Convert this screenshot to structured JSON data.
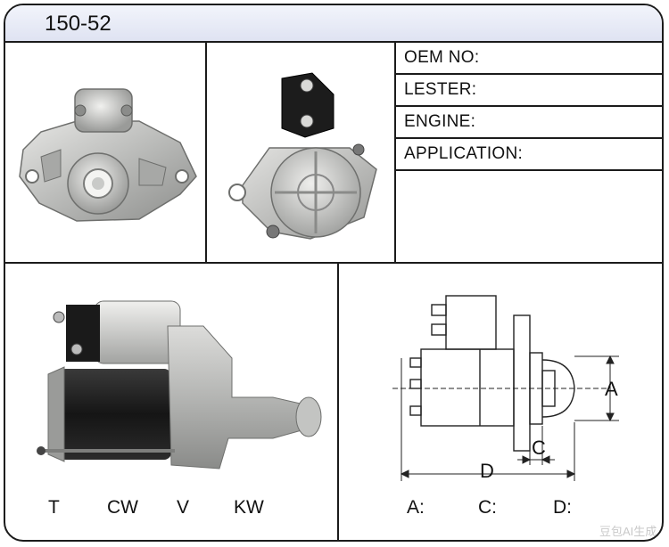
{
  "header": {
    "part_number": "150-52"
  },
  "info_table": {
    "rows": [
      {
        "label": "OEM NO:"
      },
      {
        "label": "LESTER:"
      },
      {
        "label": "ENGINE:"
      },
      {
        "label": "APPLICATION:"
      }
    ]
  },
  "specs": {
    "left": [
      "T",
      "CW",
      "V",
      "KW"
    ],
    "right": [
      "A:",
      "C:",
      "D:"
    ]
  },
  "drawing": {
    "dimension_a": "A",
    "dimension_c": "C",
    "dimension_d": "D"
  },
  "watermark": {
    "text": "豆包AI生成"
  },
  "colors": {
    "border": "#1b1b1b",
    "header_fill": "#dfe3f2"
  }
}
